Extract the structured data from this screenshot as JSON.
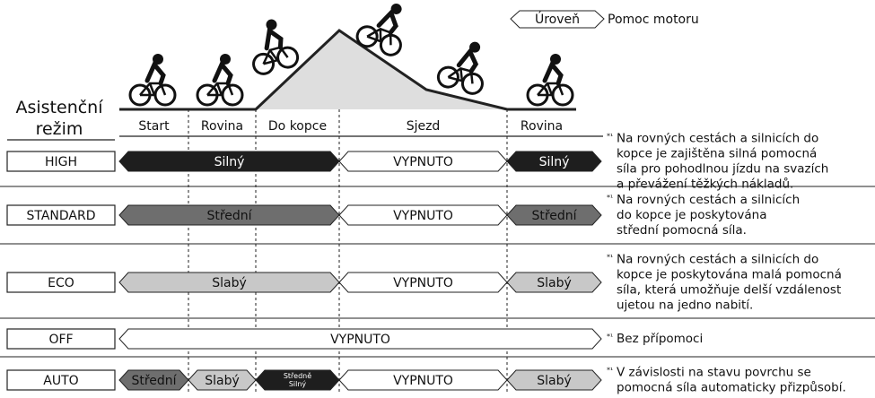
{
  "legend": {
    "level_tag": "Úroveň",
    "caption": "Pomoc  motoru"
  },
  "row_header": {
    "line1": "Asistenční",
    "line2": "režim"
  },
  "terrain": [
    "Start",
    "Rovina",
    "Do kopce",
    "Sjezd",
    "Rovina"
  ],
  "colors": {
    "strong": "#1e1e1e",
    "medium": "#6e6e6e",
    "weak": "#c8c8c8",
    "off": "#ffffff",
    "hill": "#dedede",
    "line": "#222222"
  },
  "modes": [
    {
      "name": "HIGH",
      "segments": [
        {
          "text": "Silný",
          "level": "strong"
        },
        {
          "text": "VYPNUTO",
          "level": "off"
        },
        {
          "text": "Silný",
          "level": "strong"
        }
      ],
      "note_mark": "*¹",
      "note": [
        "Na rovných cestách a silnicích do",
        "kopce je zajištěna silná pomocná",
        "síla pro pohodlnou jízdu na svazích",
        "a převážení těžkých nákladů."
      ]
    },
    {
      "name": "STANDARD",
      "segments": [
        {
          "text": "Střední",
          "level": "medium"
        },
        {
          "text": "VYPNUTO",
          "level": "off"
        },
        {
          "text": "Střední",
          "level": "medium"
        }
      ],
      "note_mark": "*¹",
      "note": [
        "Na rovných cestách a silnicích",
        "do kopce je poskytována",
        "střední pomocná síla."
      ]
    },
    {
      "name": "ECO",
      "segments": [
        {
          "text": "Slabý",
          "level": "weak"
        },
        {
          "text": "VYPNUTO",
          "level": "off"
        },
        {
          "text": "Slabý",
          "level": "weak"
        }
      ],
      "note_mark": "*¹",
      "note": [
        "Na rovných cestách a silnicích do",
        "kopce je poskytována malá pomocná",
        "síla, která umožňuje delší vzdálenost",
        "ujetou na jedno nabití."
      ]
    },
    {
      "name": "OFF",
      "segments": [
        {
          "text": "VYPNUTO",
          "level": "off"
        }
      ],
      "note_mark": "*¹",
      "note": [
        "Bez přípomoci"
      ]
    },
    {
      "name": "AUTO",
      "segments": [
        {
          "text": "Střední",
          "level": "medium"
        },
        {
          "text": "Slabý",
          "level": "weak"
        },
        {
          "text": "Středně Silný",
          "level": "strong"
        },
        {
          "text": "VYPNUTO",
          "level": "off"
        },
        {
          "text": "Slabý",
          "level": "weak"
        }
      ],
      "note_mark": "*¹",
      "note": [
        "V závislosti na stavu povrchu se",
        "pomocná síla automaticky přizpůsobí."
      ]
    }
  ]
}
